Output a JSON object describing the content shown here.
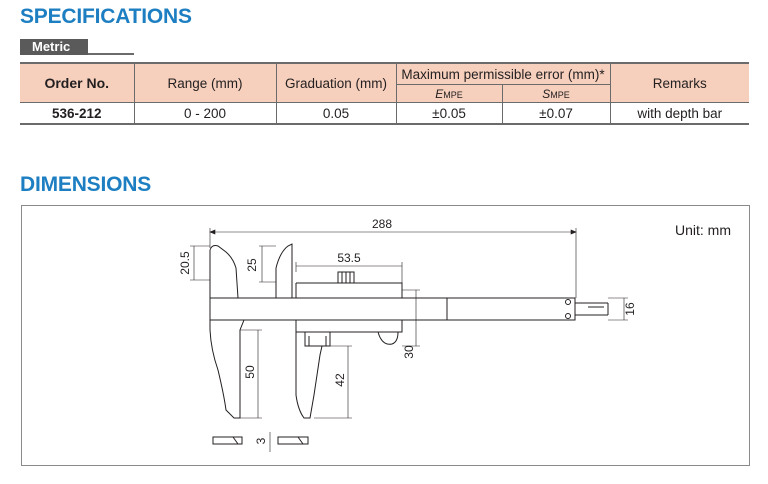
{
  "specifications": {
    "title": "SPECIFICATIONS",
    "tab_label": "Metric",
    "headers": {
      "order_no": "Order No.",
      "range": "Range (mm)",
      "graduation": "Graduation (mm)",
      "max_error": "Maximum permissible error (mm)*",
      "empe": "EMPE",
      "smpe": "SMPE",
      "remarks": "Remarks"
    },
    "row": {
      "order_no": "536-212",
      "range": "0 - 200",
      "graduation": "0.05",
      "empe": "±0.05",
      "smpe": "±0.07",
      "remarks": "with depth bar"
    }
  },
  "dimensions": {
    "title": "DIMENSIONS",
    "unit": "Unit: mm",
    "labels": {
      "overall_length": "288",
      "jaw_top_height": "20.5",
      "inner_jaw_depth": "25",
      "slider_length": "53.5",
      "beam_width": "16",
      "slider_height": "30",
      "outer_jaw_depth": "50",
      "slider_jaw_depth": "42",
      "jaw_thickness": "3"
    }
  },
  "colors": {
    "heading": "#1d7fc2",
    "header_bg": "#f6d0bd",
    "tab_bg": "#5a5a5a",
    "line": "#231f20"
  }
}
